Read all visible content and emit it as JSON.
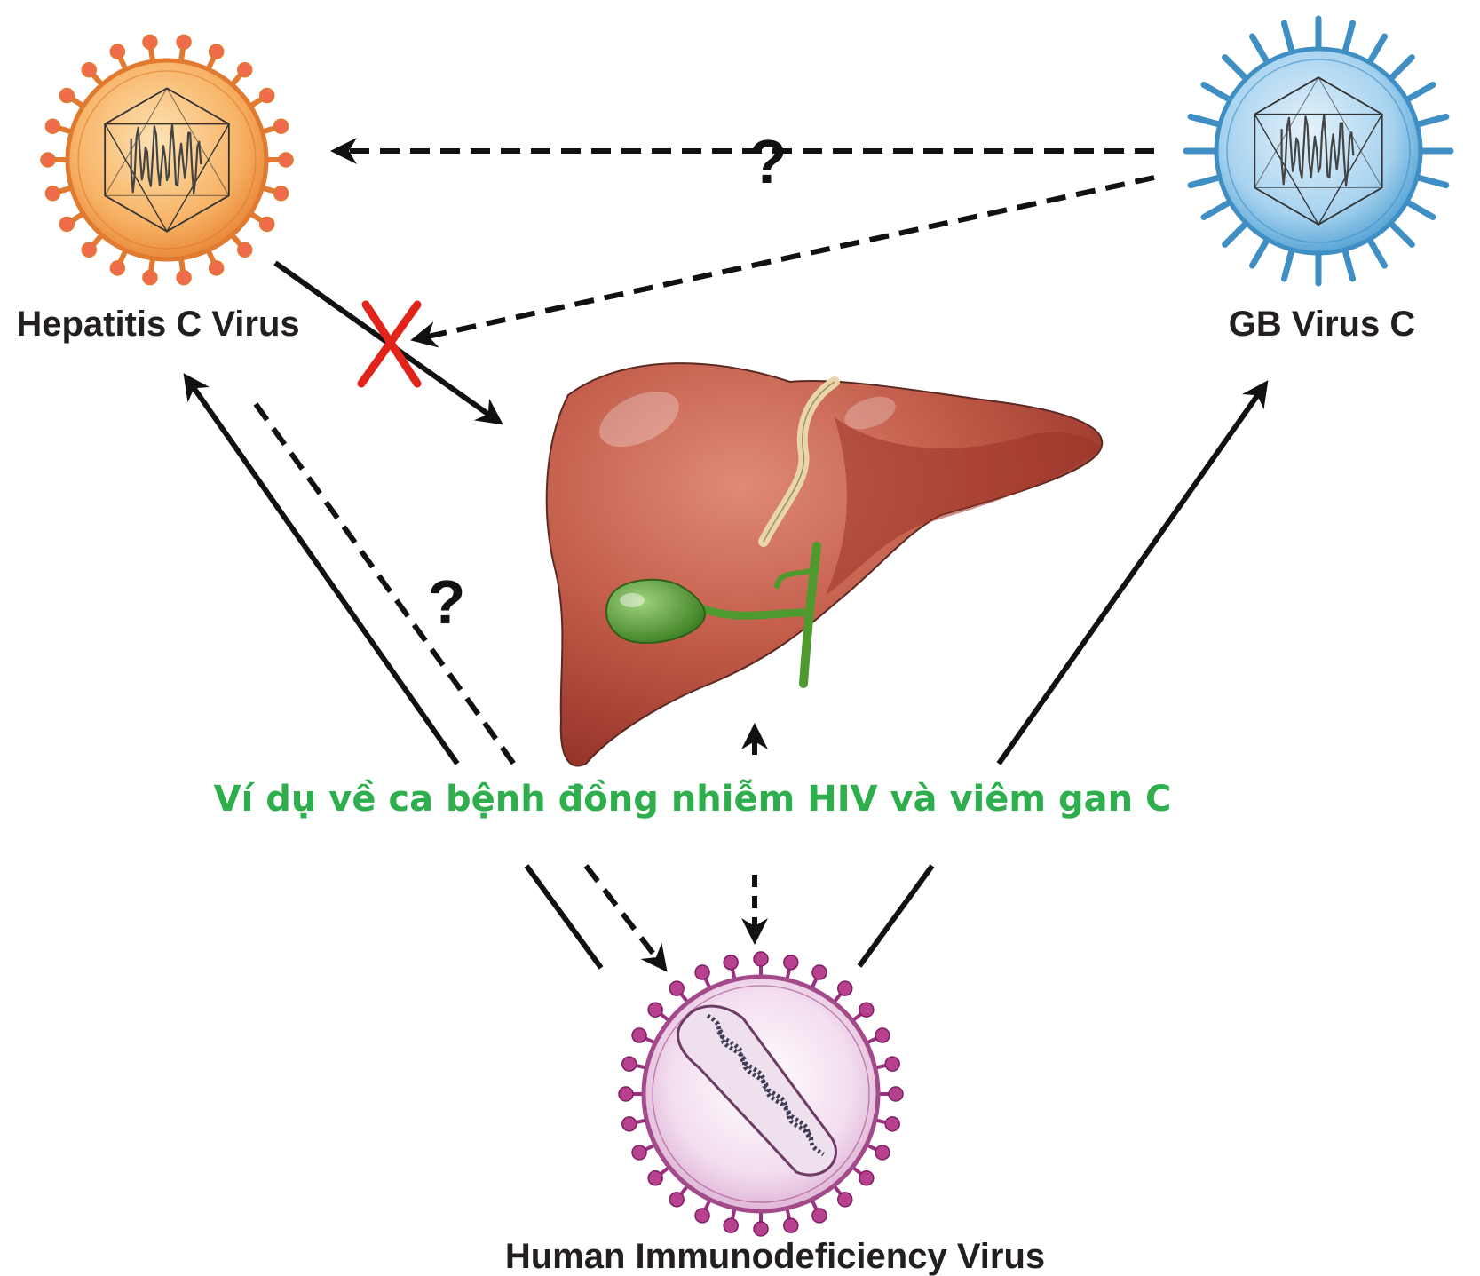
{
  "labels": {
    "hcv": "Hepatitis C Virus",
    "gbv": "GB Virus C",
    "hiv": "Human Immunodeficiency Virus",
    "caption": "Ví dụ về ca bệnh đồng nhiễm HIV và viêm gan C",
    "question_top": "?",
    "question_left": "?"
  },
  "colors": {
    "caption": "#2fae4e",
    "arrow": "#111111",
    "block_mark": "#e2231a",
    "hcv_fill": "#f6a453",
    "gbv_fill": "#8ec6ea",
    "hiv_fill": "#f1d6ea",
    "liver": "#b44a3c",
    "gallbladder": "#4e9a2f"
  },
  "icons": {
    "hcv": "hepatitis-c-virion-icon",
    "gbv": "gb-virus-c-virion-icon",
    "hiv": "hiv-virion-icon",
    "liver": "liver-with-gallbladder-icon",
    "block": "red-x-block-icon"
  }
}
